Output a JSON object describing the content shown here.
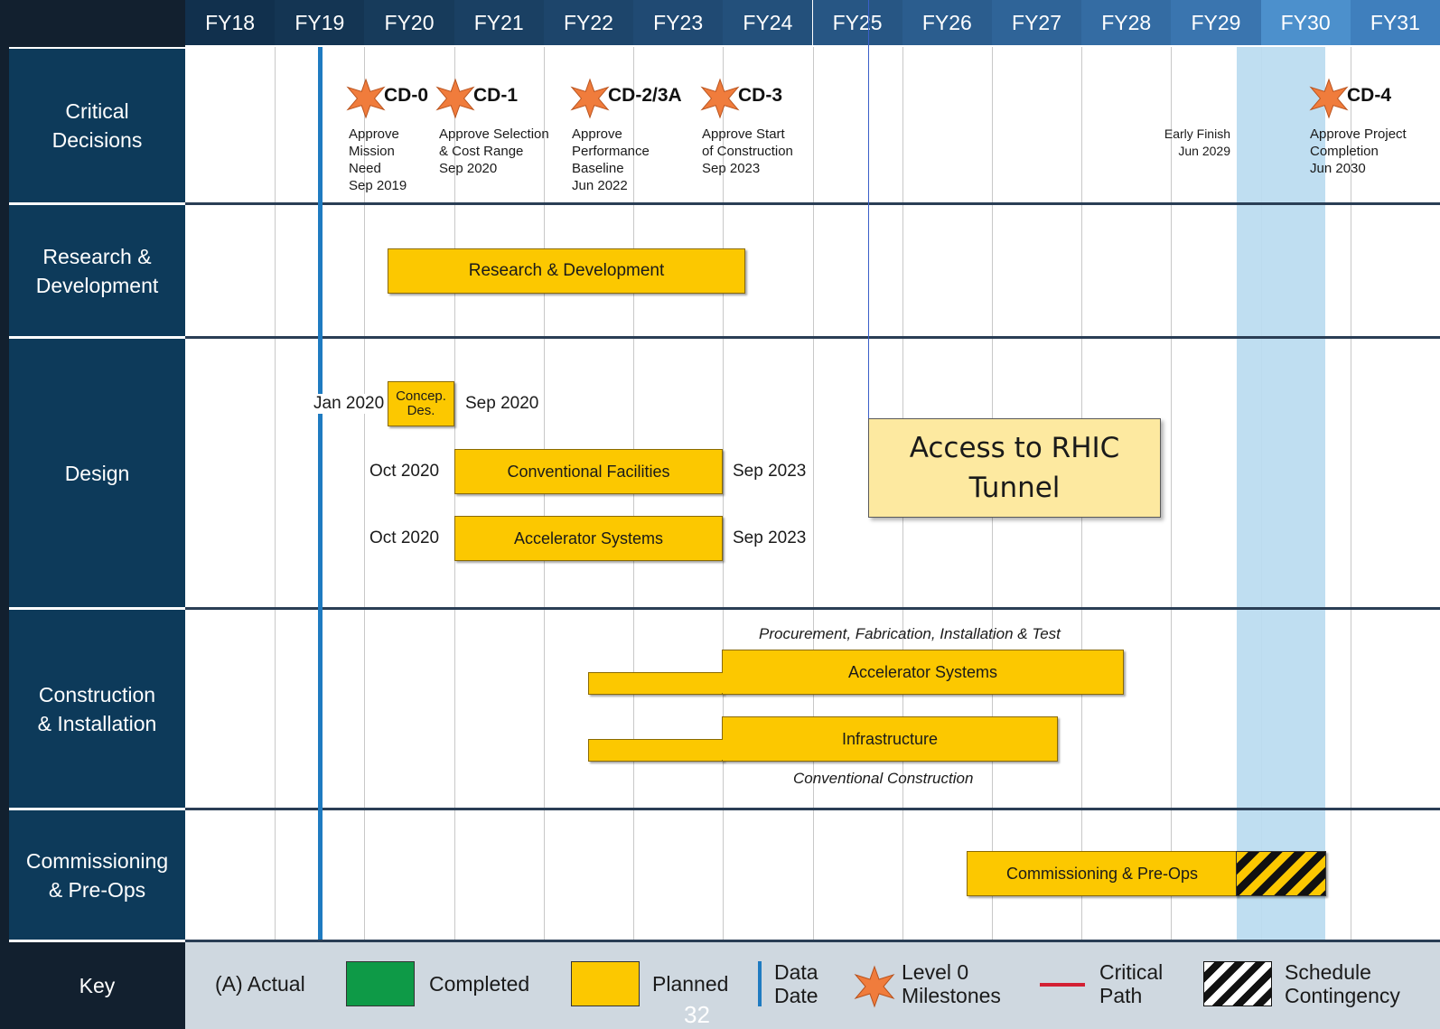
{
  "header": {
    "years": [
      "FY18",
      "FY19",
      "FY20",
      "FY21",
      "FY22",
      "FY23",
      "FY24",
      "FY25",
      "FY26",
      "FY27",
      "FY28",
      "FY29",
      "FY30",
      "FY31"
    ]
  },
  "rows": {
    "critical": "Critical\nDecisions",
    "rnd": "Research &\nDevelopment",
    "design": "Design",
    "construction": "Construction\n& Installation",
    "commissioning": "Commissioning\n& Pre-Ops",
    "key": "Key"
  },
  "milestones": [
    {
      "title": "CD-0",
      "desc": "Approve\nMission\nNeed\nSep 2019"
    },
    {
      "title": "CD-1",
      "desc": "Approve Selection\n& Cost Range\nSep 2020"
    },
    {
      "title": "CD-2/3A",
      "desc": "Approve\nPerformance\nBaseline\nJun 2022"
    },
    {
      "title": "CD-3",
      "desc": "Approve Start\nof Construction\nSep 2023"
    },
    {
      "title": "CD-4",
      "desc": "Approve Project\nCompletion\nJun 2030"
    }
  ],
  "early_finish": "Early Finish\nJun 2029",
  "rnd_bar": "Research & Development",
  "design": {
    "concep": {
      "label": "Concep.\nDes.",
      "start": "Jan 2020",
      "end": "Sep 2020"
    },
    "conventional": {
      "label": "Conventional Facilities",
      "start": "Oct 2020",
      "end": "Sep 2023"
    },
    "accelerator": {
      "label": "Accelerator Systems",
      "start": "Oct 2020",
      "end": "Sep 2023"
    }
  },
  "callout": "Access to RHIC Tunnel",
  "construction": {
    "top_note": "Procurement, Fabrication, Installation & Test",
    "accelerator": "Accelerator Systems",
    "infrastructure": "Infrastructure",
    "bottom_note": "Conventional Construction"
  },
  "commissioning_bar": "Commissioning & Pre-Ops",
  "key": {
    "actual": "(A) Actual",
    "completed": "Completed",
    "planned": "Planned",
    "data_date": "Data\nDate",
    "milestones": "Level 0\nMilestones",
    "critical_path": "Critical\nPath",
    "contingency": "Schedule\nContingency"
  },
  "page_number": "32",
  "colors": {
    "planned": "#fcc800",
    "completed": "#0e9a47",
    "critical_path": "#d32033",
    "milestone_star": "#f07c3c",
    "data_date": "#1f7bc1",
    "contingency_band": "#bcdcf0"
  }
}
